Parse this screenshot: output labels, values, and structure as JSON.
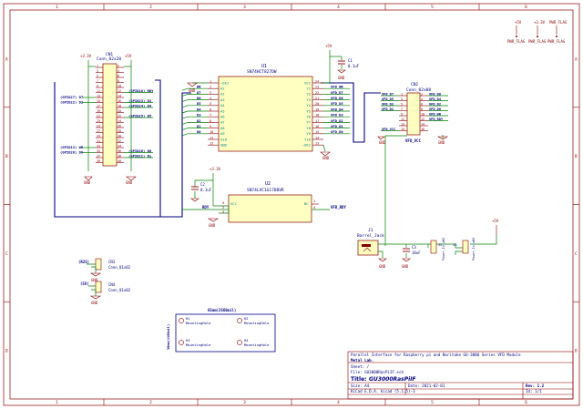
{
  "colors": {
    "border": "#8b0000",
    "wire": "#008000",
    "component": "#8b0000",
    "pin_text": "#008484",
    "label_text": "#000080",
    "power": "#8b0000",
    "background": "#ffffff"
  },
  "frame": {
    "columns": [
      "1",
      "2",
      "3",
      "4",
      "5",
      "6"
    ],
    "rows": [
      "A",
      "B",
      "C",
      "D"
    ]
  },
  "pwr_flags": [
    {
      "net": "+5V",
      "flag": "PWR_FLAG"
    },
    {
      "net": "+3.3V",
      "flag": "PWR_FLAG"
    },
    {
      "net": "PWR_FLAG",
      "flag": "PWR_FLAG"
    }
  ],
  "cn1": {
    "ref": "CN1",
    "value": "Conn_02x20",
    "power_left": "+3.3V",
    "power_right": "+5V",
    "left_pins": [
      "1",
      "3",
      "5",
      "7",
      "9",
      "11",
      "13",
      "15",
      "17",
      "19",
      "21",
      "23",
      "25",
      "27",
      "29",
      "31",
      "33",
      "35",
      "37",
      "39"
    ],
    "right_pins": [
      "2",
      "4",
      "6",
      "8",
      "10",
      "12",
      "14",
      "16",
      "18",
      "20",
      "22",
      "24",
      "26",
      "28",
      "30",
      "32",
      "34",
      "36",
      "38",
      "40"
    ],
    "left_labels": [
      {
        "text": "(GPIO27) D7",
        "row": 6
      },
      {
        "text": "(GPIO22) D2",
        "row": 7
      },
      {
        "text": "(GPIO13) WR",
        "row": 16
      },
      {
        "text": "(GPIO26) D6",
        "row": 17
      }
    ],
    "right_labels": [
      {
        "text": "(GPIO18) RDY",
        "row": 5
      },
      {
        "text": "(GPIO23) D3",
        "row": 7
      },
      {
        "text": "(GPIO24) D4",
        "row": 8
      },
      {
        "text": "(GPIO25) D5",
        "row": 10
      },
      {
        "text": "(GPIO20) D0",
        "row": 17
      },
      {
        "text": "(GPIO21) D1",
        "row": 18
      }
    ],
    "gnd_left": "GND",
    "gnd_right": "GND"
  },
  "u1": {
    "ref": "U1",
    "value": "SN74HCT827DW",
    "left_pins": [
      {
        "num": "1",
        "name": "~OE1"
      },
      {
        "num": "2",
        "name": "A1"
      },
      {
        "num": "3",
        "name": "A2"
      },
      {
        "num": "4",
        "name": "A3"
      },
      {
        "num": "5",
        "name": "A4"
      },
      {
        "num": "6",
        "name": "A5"
      },
      {
        "num": "7",
        "name": "A6"
      },
      {
        "num": "8",
        "name": "A7"
      },
      {
        "num": "9",
        "name": "A8"
      },
      {
        "num": "10",
        "name": "A9"
      },
      {
        "num": "11",
        "name": "A10"
      },
      {
        "num": "12",
        "name": "GND"
      }
    ],
    "right_pins": [
      {
        "num": "24",
        "name": "VCC"
      },
      {
        "num": "23",
        "name": "Y1"
      },
      {
        "num": "22",
        "name": "Y2"
      },
      {
        "num": "21",
        "name": "Y3"
      },
      {
        "num": "20",
        "name": "Y4"
      },
      {
        "num": "19",
        "name": "Y5"
      },
      {
        "num": "18",
        "name": "Y6"
      },
      {
        "num": "17",
        "name": "Y7"
      },
      {
        "num": "16",
        "name": "Y8"
      },
      {
        "num": "15",
        "name": "Y9"
      },
      {
        "num": "14",
        "name": "Y10"
      },
      {
        "num": "13",
        "name": "~OE2"
      }
    ],
    "in_labels": [
      "WR",
      "D7",
      "D6",
      "D5",
      "D4",
      "D3",
      "D2",
      "D1",
      "D0"
    ],
    "out_labels": [
      "VFD_WR",
      "VFD_D7",
      "VFD_D6",
      "VFD_D5",
      "VFD_D4",
      "VFD_D3",
      "VFD_D2",
      "VFD_D1",
      "VFD_D0"
    ]
  },
  "c1": {
    "ref": "C1",
    "value": "0.1uF",
    "power": "+5V",
    "gnd": "GND"
  },
  "c2": {
    "ref": "C2",
    "value": "0.1uF",
    "power": "+3.3V",
    "gnd": "GND"
  },
  "gnd_u1": "GND",
  "gnd_misc": "GND",
  "u2": {
    "ref": "U2",
    "value": "SN74LVC1G17DBVR",
    "pin_vcc": "5",
    "pin_vcc_name": "VCC",
    "pin_in": "2",
    "pin_gnd": "3",
    "pin_nc": "1",
    "pin_nc_name": "NC",
    "pin_out": "4",
    "in_label": "RDY",
    "out_label": "VFD_RDY",
    "gnd": "GND"
  },
  "cn2": {
    "ref": "CN2",
    "value": "Conn_02x08",
    "left_labels": [
      "VFD_D7",
      "VFD_D5",
      "VFD_D3",
      "VFD_D1",
      "",
      "",
      "",
      "VFD_VCC"
    ],
    "left_pins": [
      "1",
      "3",
      "5",
      "7",
      "9",
      "11",
      "13",
      "15"
    ],
    "right_pins": [
      "2",
      "4",
      "6",
      "8",
      "10",
      "12",
      "14",
      "16"
    ],
    "right_labels": [
      "VFD_D6",
      "VFD_D4",
      "VFD_D2",
      "VFD_D0",
      "VFD_WR",
      "VFD_RDY",
      "",
      ""
    ],
    "vcc_label": "VFD_VCC",
    "gnd_left": "GND",
    "gnd_right": "GND"
  },
  "j1": {
    "ref": "J1",
    "value": "Barrel_Jack",
    "gnd": "GND"
  },
  "c3": {
    "ref": "C3",
    "value": "10uF",
    "gnd": "GND"
  },
  "j2": {
    "ref": "J2",
    "value": "Power_In_x02"
  },
  "j3": {
    "ref": "J3",
    "value": "Power_In_x02",
    "power": "+5V"
  },
  "cn3": {
    "ref": "CN3",
    "value": "Conn_01x02",
    "label": "(R2S)",
    "gnd": "GND"
  },
  "cn4": {
    "ref": "CN4",
    "value": "Conn_01x02",
    "label": "(5V)",
    "gnd": "GND"
  },
  "mounting": {
    "width_label": "65mm(2560mil)",
    "height_label": "30mm(1180mil)",
    "holes": [
      {
        "ref": "H1",
        "value": "MountingHole"
      },
      {
        "ref": "H2",
        "value": "MountingHole"
      },
      {
        "ref": "H3",
        "value": "MountingHole"
      },
      {
        "ref": "H4",
        "value": "MountingHole"
      }
    ]
  },
  "title_block": {
    "description": "Parallel Interface for Raspberry pi and Noritake GU-3000 Series VFD Module",
    "company": "Metal Lab.",
    "sheet": "Sheet: /",
    "file": "File: GU3000RasPiIF.sch",
    "title_prefix": "Title:",
    "title": "GU3000RasPiIF",
    "size": "Size: A4",
    "date": "Date: 2021-02-01",
    "rev": "Rev: 1.2",
    "kicad": "KiCad E.D.A.  kicad (5.1.5)-3",
    "id": "Id: 1/1"
  }
}
